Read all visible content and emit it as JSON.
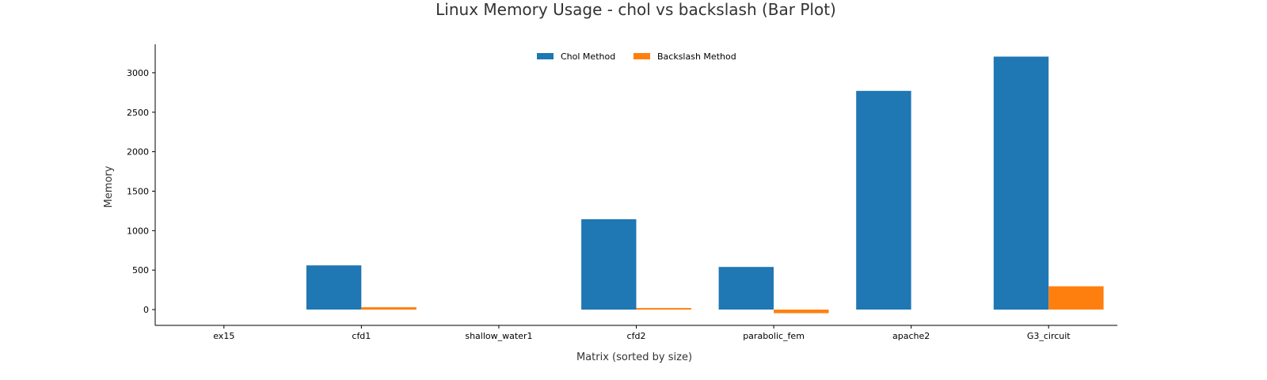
{
  "chart_data": {
    "type": "bar",
    "title": "Linux Memory Usage - chol vs backslash (Bar Plot)",
    "xlabel": "Matrix (sorted by size)",
    "ylabel": "Memory",
    "categories": [
      "ex15",
      "cfd1",
      "shallow_water1",
      "cfd2",
      "parabolic_fem",
      "apache2",
      "G3_circuit"
    ],
    "series": [
      {
        "name": "Chol Method",
        "color": "#1f77b4",
        "values": [
          0,
          560,
          0,
          1145,
          540,
          2770,
          3205
        ]
      },
      {
        "name": "Backslash Method",
        "color": "#ff7f0e",
        "values": [
          0,
          30,
          0,
          20,
          -45,
          0,
          295
        ]
      }
    ],
    "ylim": [
      -200,
      3360
    ],
    "yticks": [
      0,
      500,
      1000,
      1500,
      2000,
      2500,
      3000
    ],
    "legend": "top-center",
    "grid": false
  }
}
